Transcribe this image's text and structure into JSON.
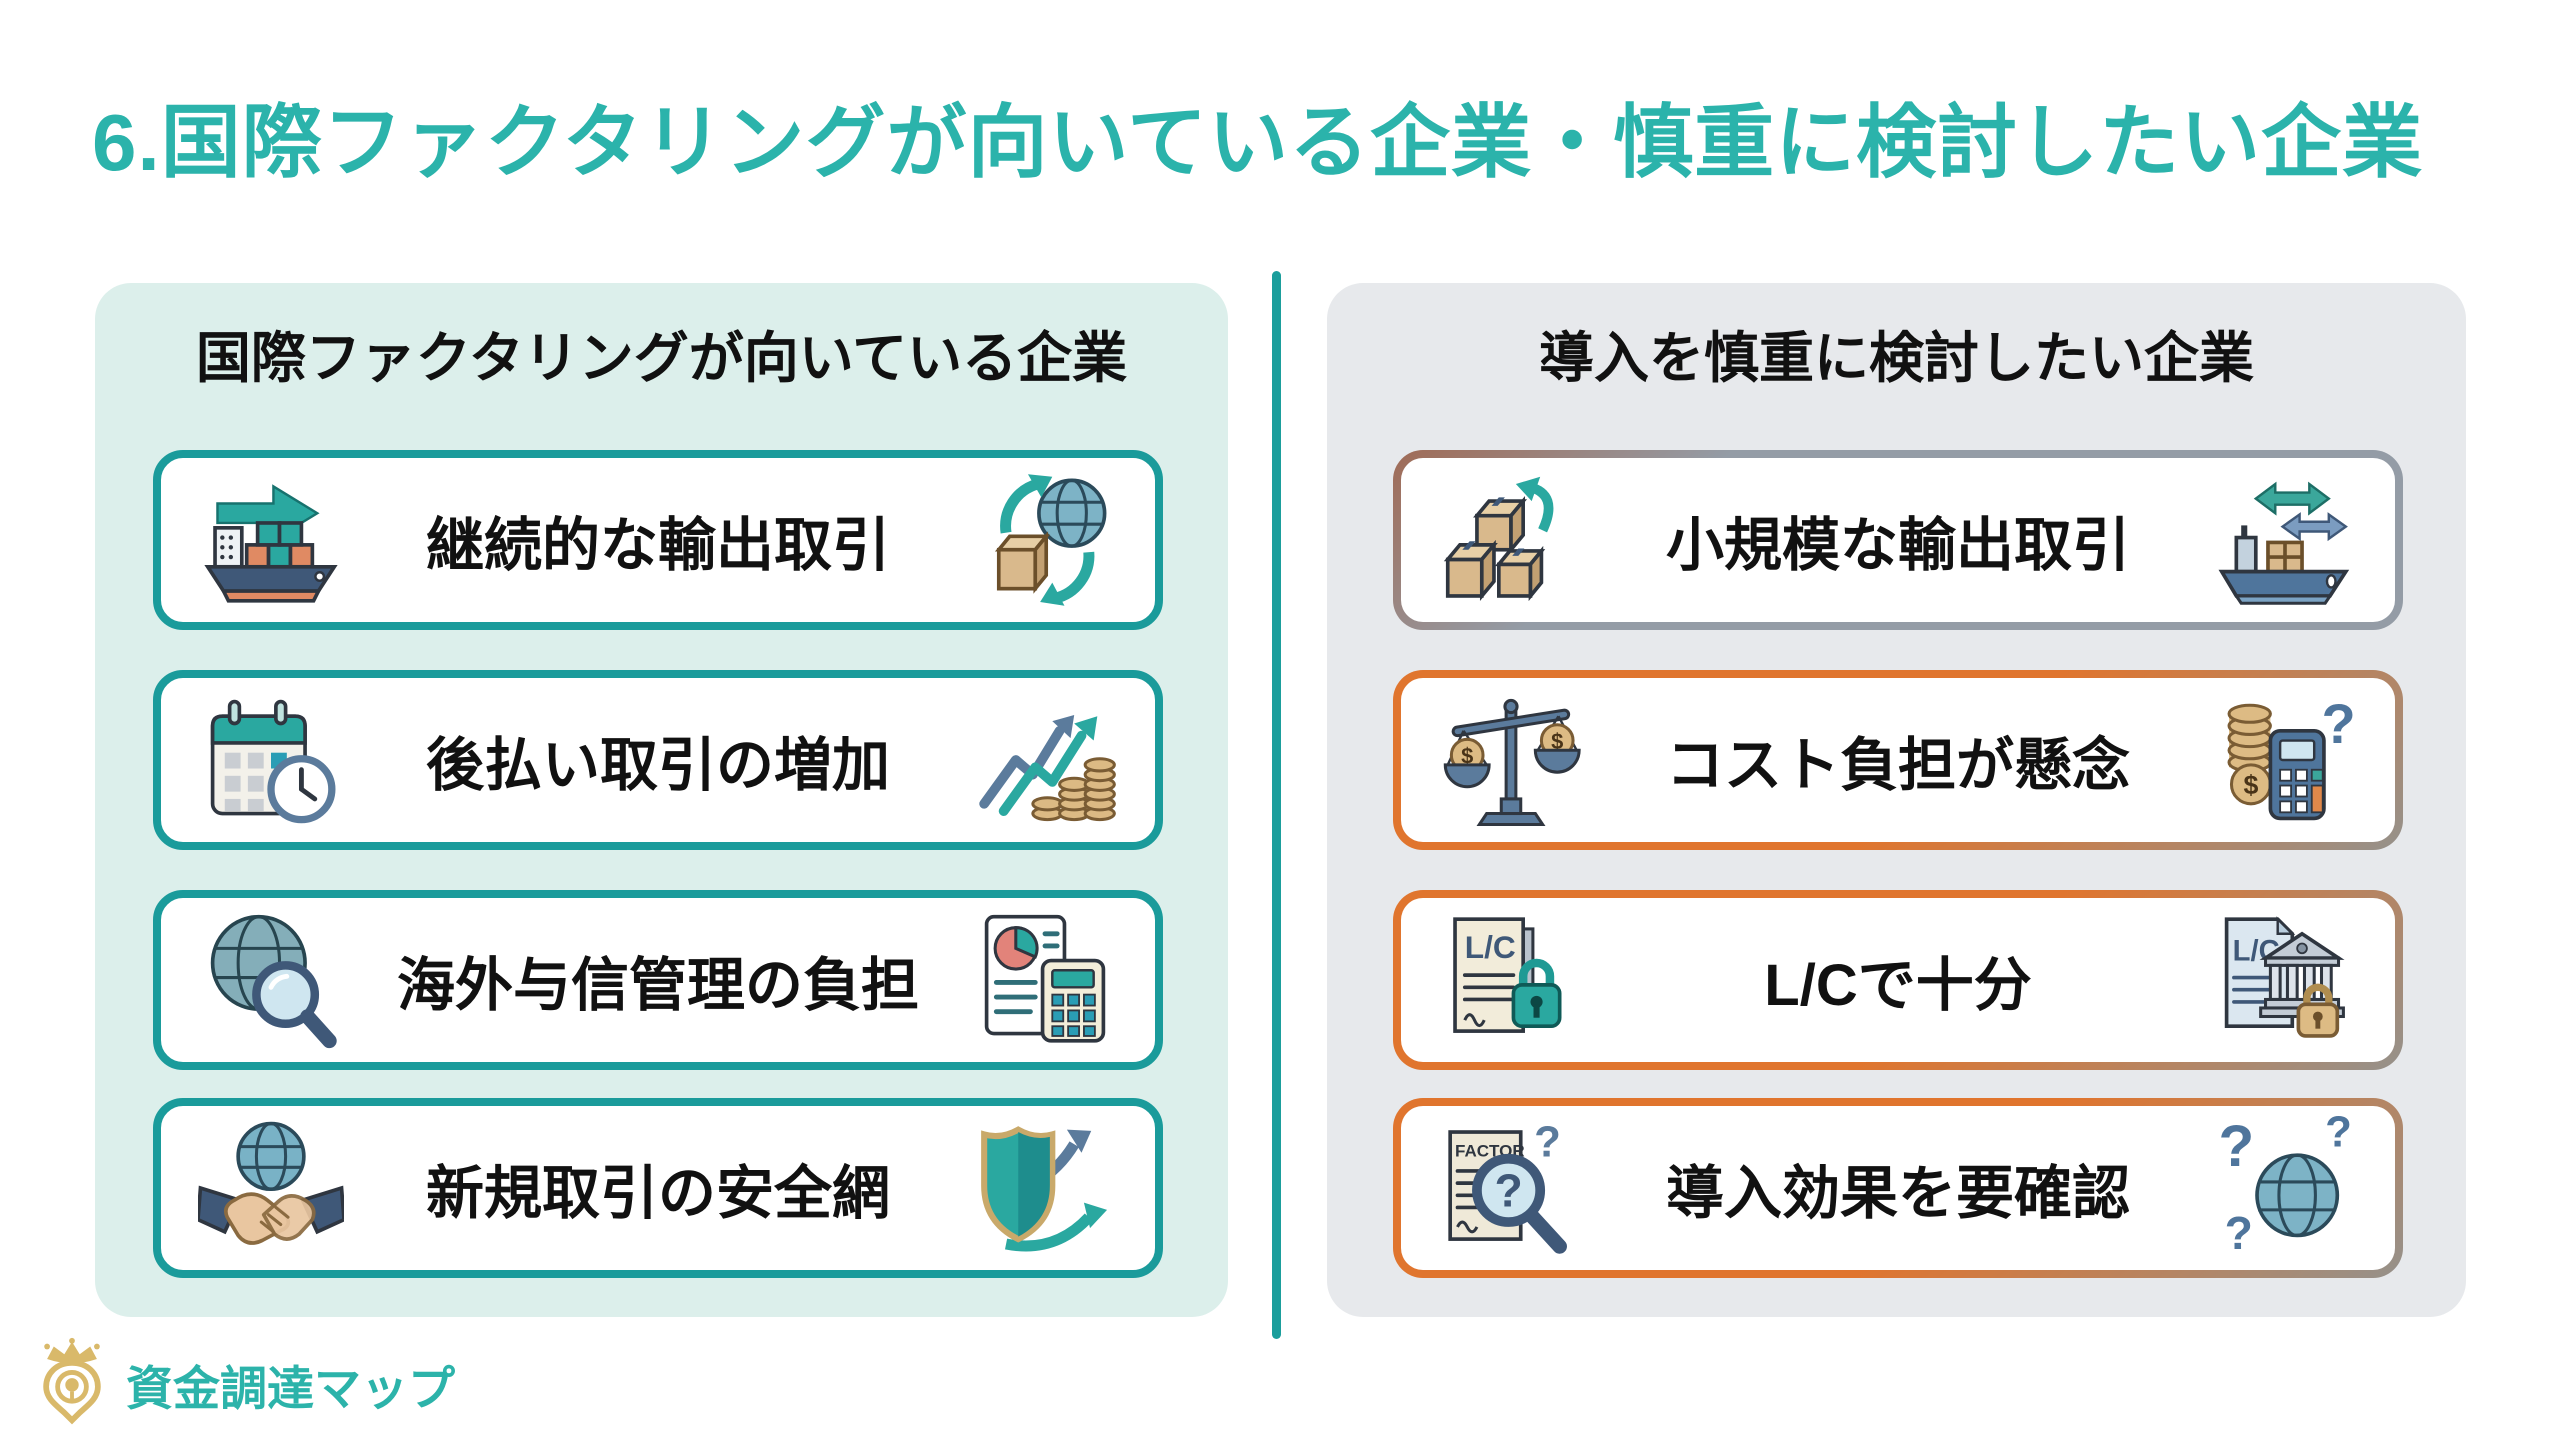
{
  "title": "6.国際ファクタリングが向いている企業・慎重に検討したい企業",
  "colors": {
    "title_teal": "#2bb3ab",
    "left_panel_bg": "#dcefeb",
    "right_panel_bg": "#e7e9ec",
    "left_card_border": "#1a9b9b",
    "right_card_border_orange": "#e0752e",
    "right_card_border_gray": "#949ca6",
    "divider": "#1b9e9c",
    "text": "#111111",
    "logo_gold": "#d9b96a"
  },
  "left_panel": {
    "header": "国際ファクタリングが向いている企業",
    "items": [
      {
        "label": "継続的な輸出取引",
        "left_icon": "cargo-ship-export-icon",
        "right_icon": "globe-trade-cycle-icon"
      },
      {
        "label": "後払い取引の増加",
        "left_icon": "calendar-clock-icon",
        "right_icon": "growth-arrows-coins-icon"
      },
      {
        "label": "海外与信管理の負担",
        "left_icon": "globe-magnifier-icon",
        "right_icon": "report-calculator-icon"
      },
      {
        "label": "新規取引の安全網",
        "left_icon": "handshake-globe-icon",
        "right_icon": "shield-growth-icon"
      }
    ]
  },
  "right_panel": {
    "header": "導入を慎重に検討したい企業",
    "items": [
      {
        "label": "小規模な輸出取引",
        "left_icon": "boxes-return-icon",
        "right_icon": "ship-bidirectional-arrows-icon"
      },
      {
        "label": "コスト負担が懸念",
        "left_icon": "balance-scale-dollar-icon",
        "right_icon": "coins-calculator-question-icon"
      },
      {
        "label": "L/Cで十分",
        "left_icon": "lc-document-lock-icon",
        "right_icon": "lc-bank-lock-icon"
      },
      {
        "label": "導入効果を要確認",
        "left_icon": "factor-doc-magnifier-icon",
        "right_icon": "globe-questions-icon"
      }
    ]
  },
  "icon_texts": {
    "lc": "L/C",
    "factor": "FACTOR",
    "dollar": "$",
    "question": "?"
  },
  "logo": {
    "text": "資金調達マップ"
  }
}
